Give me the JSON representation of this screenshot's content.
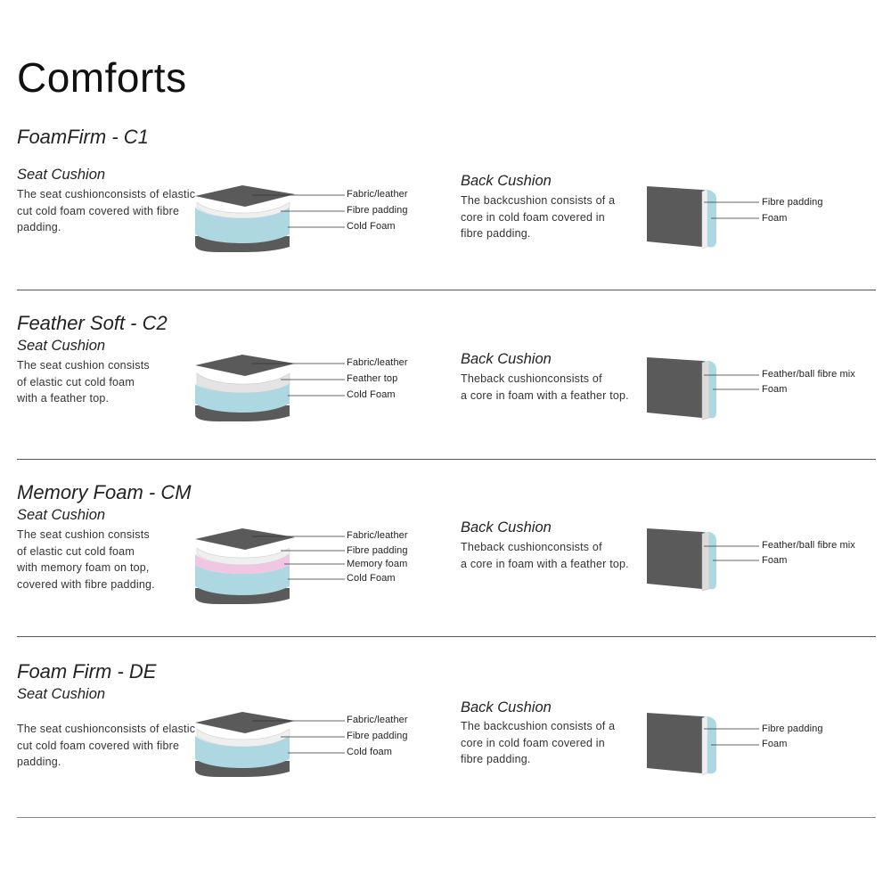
{
  "page": {
    "title": "Comforts"
  },
  "sections": [
    {
      "title": "FoamFirm - C1",
      "seat": {
        "heading": "Seat Cushion",
        "text": "The seat cushionconsists of elastic\ncut cold foam covered with fibre\npadding.",
        "labels": [
          "Fabric/leather",
          "Fibre padding",
          "Cold Foam"
        ]
      },
      "back": {
        "heading": "Back Cushion",
        "text": "The backcushion consists of a\ncore in cold foam covered in\nfibre padding.",
        "labels": [
          "Fibre padding",
          "Foam"
        ]
      }
    },
    {
      "title": "Feather Soft - C2",
      "seat": {
        "heading": "Seat Cushion",
        "text": "The seat cushion consists\nof elastic cut cold foam\nwith a feather top.",
        "labels": [
          "Fabric/leather",
          "Feather top",
          "Cold Foam"
        ]
      },
      "back": {
        "heading": "Back Cushion",
        "text": "Theback cushionconsists of\na core in foam with a feather top.",
        "labels": [
          "Feather/ball fibre mix",
          "Foam"
        ]
      }
    },
    {
      "title": "Memory Foam - CM",
      "seat": {
        "heading": "Seat Cushion",
        "text": "The seat cushion consists\nof elastic cut cold foam\nwith memory foam on top,\ncovered with fibre padding.",
        "labels": [
          "Fabric/leather",
          "Fibre padding",
          "Memory foam",
          "Cold Foam"
        ]
      },
      "back": {
        "heading": "Back Cushion",
        "text": "Theback cushionconsists of\na core in foam with a feather top.",
        "labels": [
          "Feather/ball fibre mix",
          "Foam"
        ]
      }
    },
    {
      "title": "Foam Firm - DE",
      "seat": {
        "heading": "Seat Cushion",
        "text": "The seat cushionconsists of elastic\ncut cold foam covered with fibre\npadding.",
        "labels": [
          "Fabric/leather",
          "Fibre padding",
          "Cold foam"
        ]
      },
      "back": {
        "heading": "Back Cushion",
        "text": "The backcushion consists of a\ncore in cold foam covered in\nfibre padding.",
        "labels": [
          "Fibre padding",
          "Foam"
        ]
      }
    }
  ],
  "colors": {
    "fabric": "#5a5a5a",
    "fibre": "#efefef",
    "foam": "#add8e1",
    "memory_foam": "#f1c6e3",
    "feather": "#dcdcdc",
    "rule": "#555555",
    "leader": "#333333"
  }
}
